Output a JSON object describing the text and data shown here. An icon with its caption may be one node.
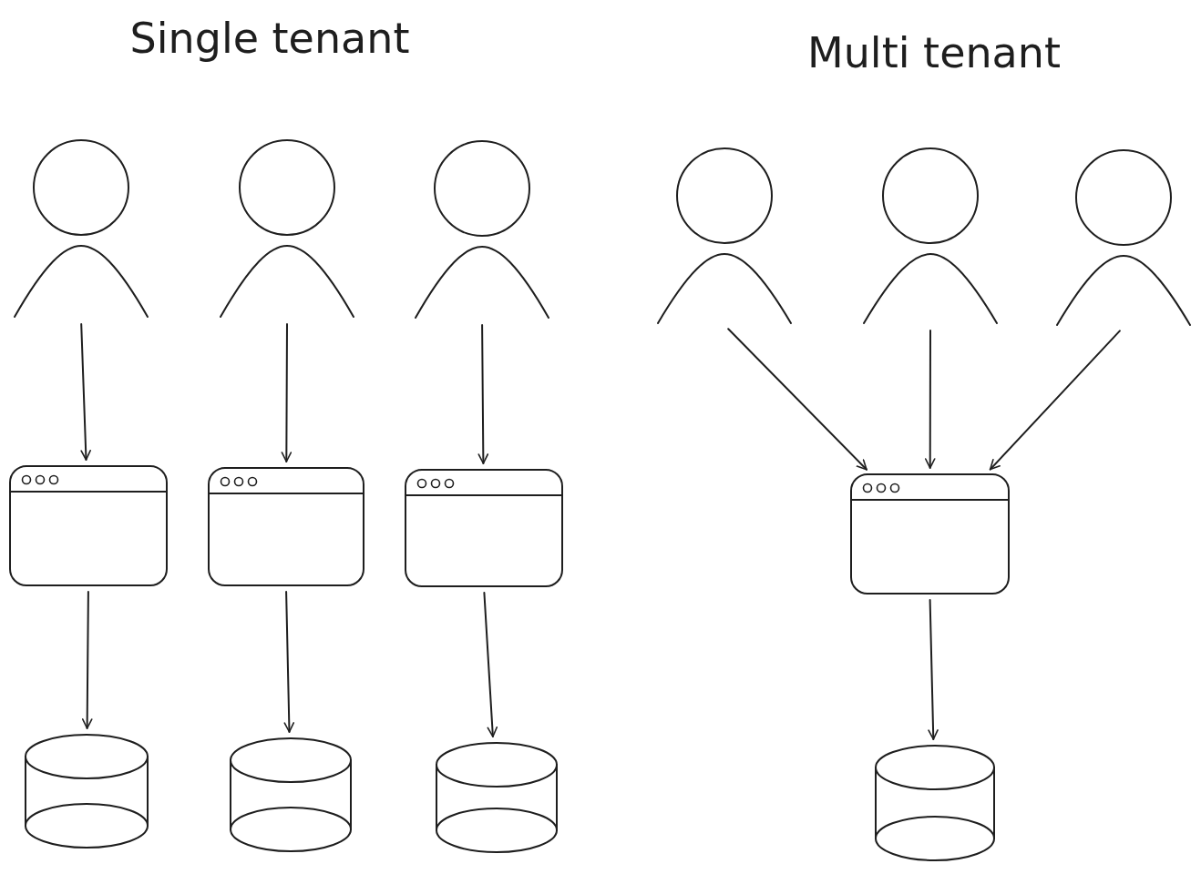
{
  "diagram": {
    "nodes": [
      {
        "text": [],
        "shape": "person"
      },
      {
        "text": [],
        "shape": "person"
      },
      {
        "text": [],
        "shape": "person"
      },
      {
        "text": [],
        "shape": "person"
      },
      {
        "text": [],
        "shape": "person"
      },
      {
        "text": [],
        "shape": "person"
      },
      {
        "text": [],
        "shape": "window"
      },
      {
        "text": [],
        "shape": "window"
      },
      {
        "text": [],
        "shape": "window"
      },
      {
        "text": [],
        "shape": "window"
      },
      {
        "text": [],
        "shape": "cylinder"
      },
      {
        "text": [],
        "shape": "cylinder"
      },
      {
        "text": [],
        "shape": "cylinder"
      },
      {
        "text": [],
        "shape": "cylinder"
      }
    ],
    "edges": [
      {
        "from": 0,
        "to": 6,
        "arrow": "to"
      },
      {
        "from": 1,
        "to": 7,
        "arrow": "to"
      },
      {
        "from": 2,
        "to": 8,
        "arrow": "to"
      },
      {
        "from": 3,
        "to": 9,
        "arrow": "to"
      },
      {
        "from": 4,
        "to": 9,
        "arrow": "to"
      },
      {
        "from": 5,
        "to": 9,
        "arrow": "to"
      },
      {
        "from": 6,
        "to": 10,
        "arrow": "to"
      },
      {
        "from": 7,
        "to": 11,
        "arrow": "to"
      },
      {
        "from": 8,
        "to": 12,
        "arrow": "to"
      },
      {
        "from": 9,
        "to": 13,
        "arrow": "to"
      }
    ],
    "labels": [
      "Single tenant",
      "Multi tenant"
    ]
  }
}
